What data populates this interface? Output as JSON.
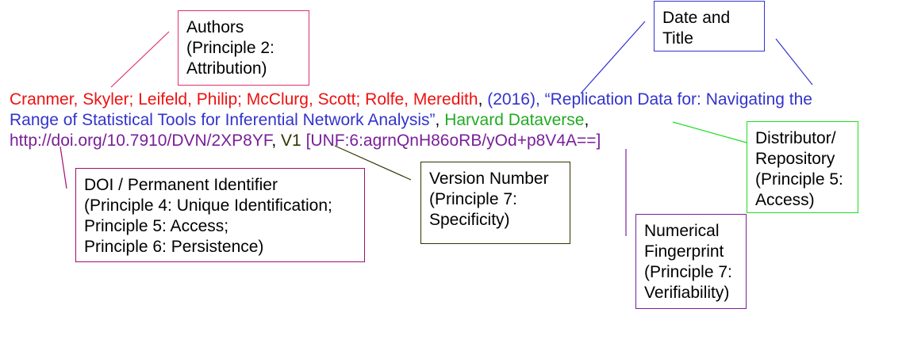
{
  "colors": {
    "authors": "#ee1111",
    "date_title": "#3333cc",
    "distributor": "#22aa22",
    "doi": "#7a1f9a",
    "version": "#333300",
    "unf": "#7a1f9a",
    "doi_box_border": "#a0106a",
    "authors_box_border": "#e0306a"
  },
  "citation": {
    "authors": "Cranmer, Skyler; Leifeld, Philip; McClurg, Scott; Rolfe, Meredith",
    "sep1": ", ",
    "year": "(2016), ",
    "title_line1": "“Replication Data for: Navigating the",
    "title_line2": "Range of Statistical Tools for Inferential Network Analysis”",
    "sep2": ", ",
    "distributor": "Harvard Dataverse",
    "sep3": ",",
    "doi": "http://doi.org/10.7910/DVN/2XP8YF",
    "sep4": ", ",
    "version": "V1",
    "sep5": " ",
    "unf": "[UNF:6:agrnQnH86oRB/yOd+p8V4A==]"
  },
  "boxes": {
    "authors": {
      "lines": [
        "Authors",
        "(Principle 2:",
        "Attribution)"
      ]
    },
    "date_title": {
      "lines": [
        "Date and",
        "Title"
      ]
    },
    "distributor": {
      "lines": [
        "Distributor/",
        "Repository",
        "(Principle 5:",
        "Access)"
      ]
    },
    "doi": {
      "lines": [
        "DOI / Permanent Identifier",
        "(Principle 4: Unique Identification;",
        "Principle 5: Access;",
        "Principle 6: Persistence)"
      ]
    },
    "version": {
      "lines": [
        "Version Number",
        "(Principle 7:",
        "Specificity)"
      ]
    },
    "fingerprint": {
      "lines": [
        "Numerical",
        "Fingerprint",
        "(Principle 7:",
        "Verifiability)"
      ]
    }
  }
}
